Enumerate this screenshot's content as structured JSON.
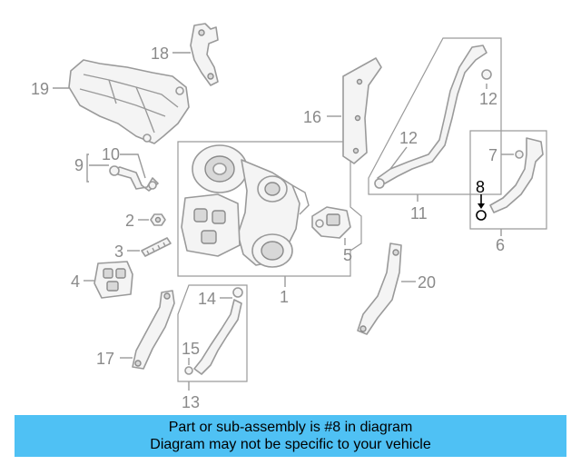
{
  "callouts": {
    "c1": "1",
    "c2": "2",
    "c3": "3",
    "c4": "4",
    "c5": "5",
    "c6": "6",
    "c7": "7",
    "c8": "8",
    "c9": "9",
    "c10": "10",
    "c11": "11",
    "c12a": "12",
    "c12b": "12",
    "c13": "13",
    "c14": "14",
    "c15": "15",
    "c16": "16",
    "c17": "17",
    "c18": "18",
    "c19": "19",
    "c20": "20"
  },
  "highlighted_part": "8",
  "colors": {
    "banner": "#4fc1f4",
    "callout": "#8a8a8a",
    "highlight": "#000000"
  },
  "banner": {
    "line1": "Part or sub-assembly is #8 in diagram",
    "line2": "Diagram may not be specific to your vehicle"
  }
}
